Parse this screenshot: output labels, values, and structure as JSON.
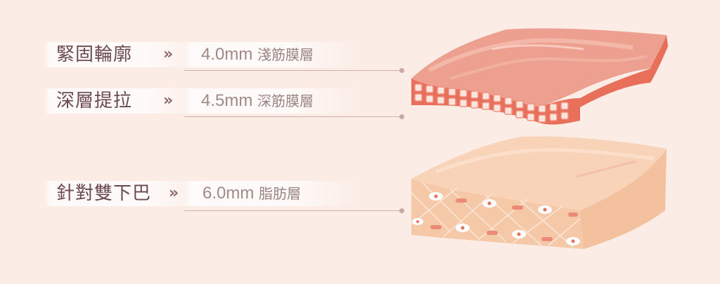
{
  "rows": [
    {
      "label": "緊固輪廓",
      "arrow": "»",
      "depth": "4.0mm",
      "layer": "淺筋膜層"
    },
    {
      "label": "深層提拉",
      "arrow": "»",
      "depth": "4.5mm",
      "layer": "深筋膜層"
    },
    {
      "label": "針對雙下巴",
      "arrow": "»",
      "depth": "6.0mm",
      "layer": "脂肪層"
    }
  ],
  "colors": {
    "background": "#fbece6",
    "muscle_top": "#eea090",
    "muscle_side": "#e8705a",
    "fat_top": "#f8d3b8",
    "fat_side": "#f4c19e"
  },
  "icons": [
    "double-chevron-right-icon",
    "muscle-layer-illustration",
    "fat-layer-illustration"
  ]
}
